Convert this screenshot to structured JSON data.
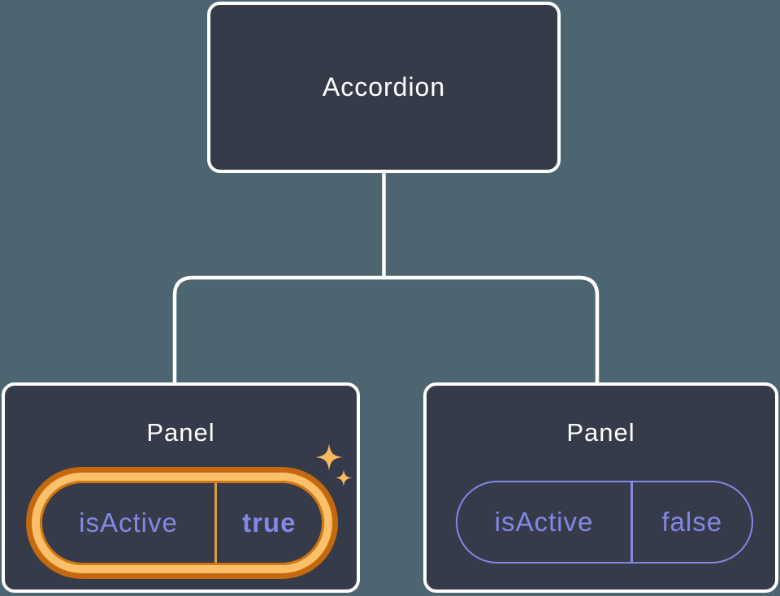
{
  "colors": {
    "background": "#4d6570",
    "node_fill": "#353b48",
    "node_border": "#ffffff",
    "connector": "#ffffff",
    "text_primary": "#ffffff",
    "prop_purple": "#8388e8",
    "highlight_inner": "#d2770f",
    "highlight_glow_light": "#fcc06a",
    "highlight_glow_dark": "#c4690e",
    "highlight_divider": "#d99b43",
    "sparkle": "#f9ba60"
  },
  "diagram": {
    "type": "component-tree",
    "root": {
      "label": "Accordion"
    },
    "panels": [
      {
        "label": "Panel",
        "prop_name": "isActive",
        "prop_value": "true",
        "state": "active",
        "highlighted": true
      },
      {
        "label": "Panel",
        "prop_name": "isActive",
        "prop_value": "false",
        "state": "inactive",
        "highlighted": false
      }
    ]
  }
}
